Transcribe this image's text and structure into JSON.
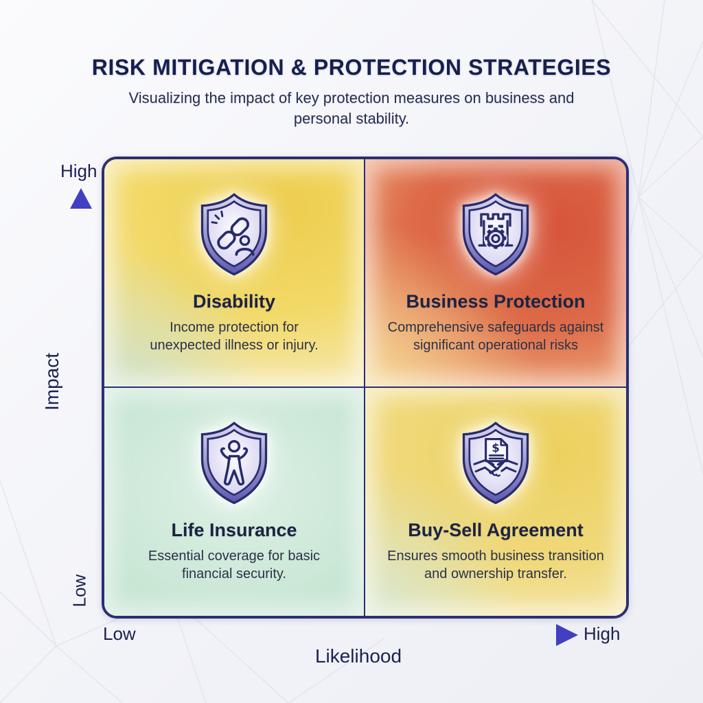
{
  "header": {
    "title": "RISK MITIGATION & PROTECTION STRATEGIES",
    "subtitle": "Visualizing the impact of key protection measures on business and personal stability."
  },
  "axes": {
    "y": {
      "label": "Impact",
      "top_label": "High",
      "bottom_label": "Low"
    },
    "x": {
      "label": "Likelihood",
      "left_label": "Low",
      "right_label": "High"
    }
  },
  "matrix": {
    "quadrants": [
      {
        "key": "disability",
        "position": "top-left",
        "impact": "High",
        "likelihood": "Low",
        "icon": "shield-broken-chain-person-icon",
        "title": "Disability",
        "description": "Income protection for unexpected illness or injury.",
        "bg_color": "#F0D55F"
      },
      {
        "key": "business_protection",
        "position": "top-right",
        "impact": "High",
        "likelihood": "High",
        "icon": "shield-fortress-gear-icon",
        "title": "Business Protection",
        "description": "Comprehensive safeguards against significant operational risks",
        "bg_color": "#D9593E"
      },
      {
        "key": "life_insurance",
        "position": "bottom-left",
        "impact": "Low",
        "likelihood": "Low",
        "icon": "shield-person-icon",
        "title": "Life Insurance",
        "description": "Essential coverage for basic financial security.",
        "bg_color": "#C4E4D1"
      },
      {
        "key": "buy_sell_agreement",
        "position": "bottom-right",
        "impact": "Low",
        "likelihood": "High",
        "icon": "shield-handshake-document-icon",
        "title": "Buy-Sell Agreement",
        "description": "Ensures smooth business transition and ownership transfer.",
        "bg_color": "#EFD468"
      }
    ]
  },
  "colors": {
    "matrix_border": "#2B2F72",
    "text_navy": "#1B2150",
    "arrow_gradient_start": "#CFE4D9",
    "arrow_gradient_end": "#4341C4"
  }
}
